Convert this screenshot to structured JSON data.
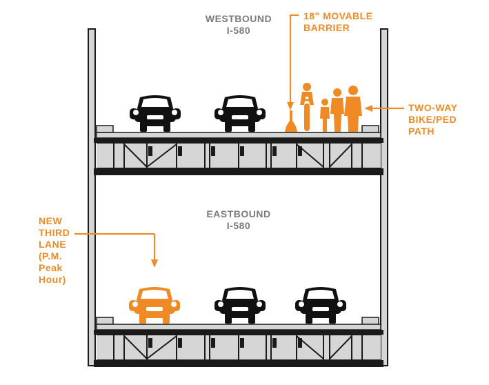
{
  "colors": {
    "accent": "#ef8a24",
    "structure": "#d6d6d6",
    "outline": "#1a1a1a",
    "car": "#111111",
    "label_gray": "#7a7a7a"
  },
  "upper_deck": {
    "direction": "WESTBOUND",
    "route": "I-580"
  },
  "lower_deck": {
    "direction": "EASTBOUND",
    "route": "I-580"
  },
  "callouts": {
    "barrier": {
      "line1": "18\" MOVABLE",
      "line2": "BARRIER"
    },
    "bike_path": {
      "line1": "TWO-WAY",
      "line2": "BIKE/PED",
      "line3": "PATH"
    },
    "third_lane": {
      "line1": "NEW",
      "line2": "THIRD",
      "line3": "LANE",
      "line4": "(P.M.",
      "line5": "Peak",
      "line6": "Hour)"
    }
  },
  "icons": {
    "car": "car-front-icon",
    "barrier": "traffic-barrier-icon",
    "cyclist": "cyclist-icon",
    "pedestrian": "pedestrian-icon"
  }
}
